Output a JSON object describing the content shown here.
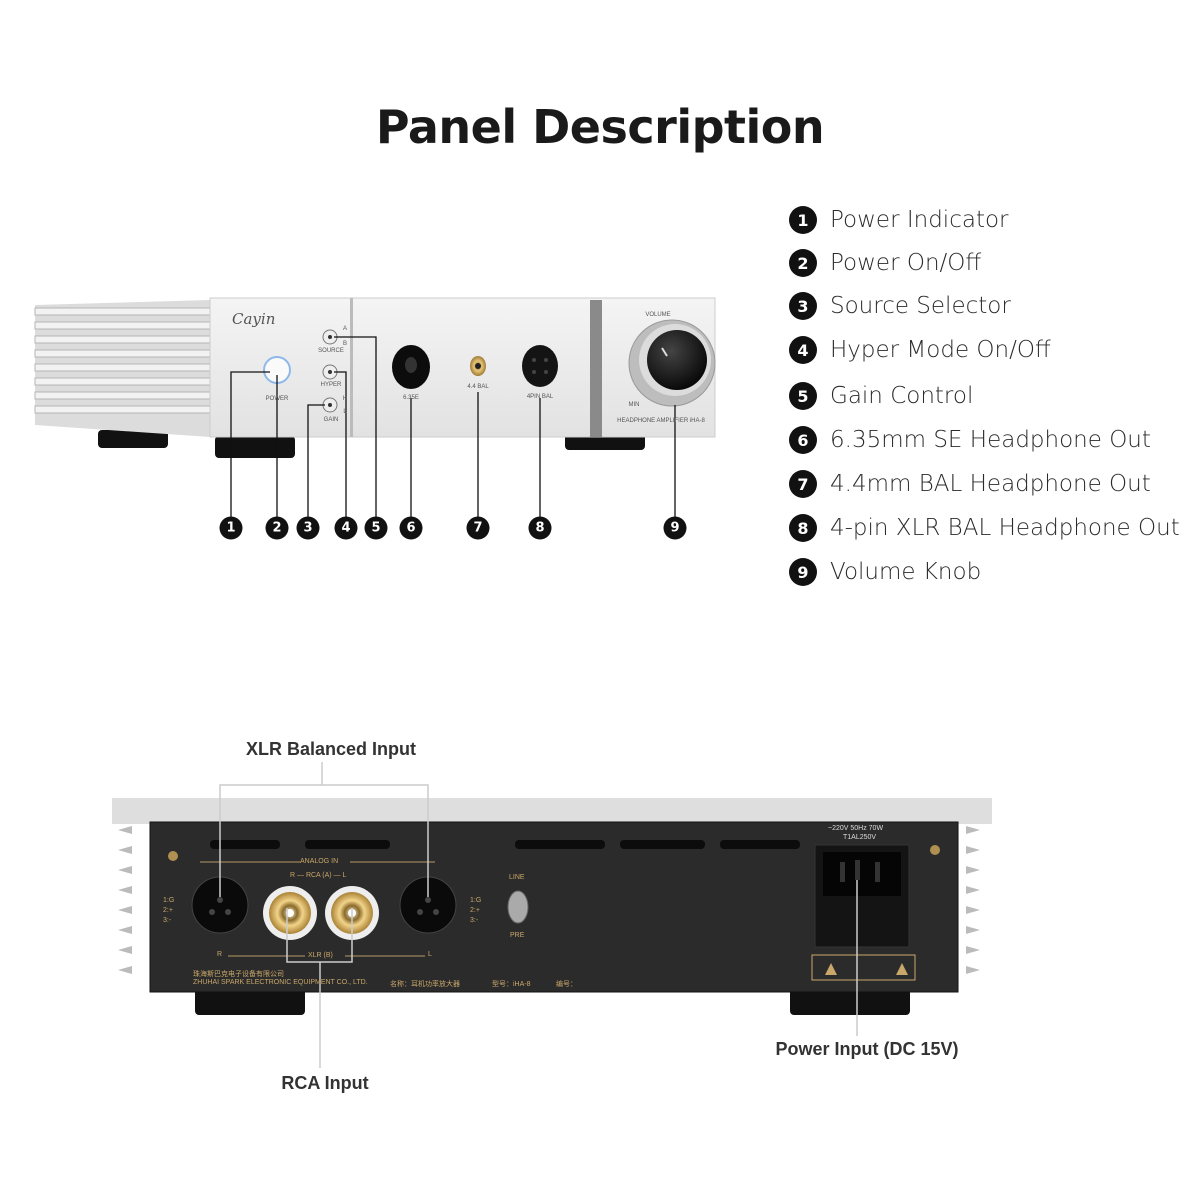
{
  "title": "Panel Description",
  "legend": [
    {
      "n": "1",
      "label": "Power Indicator"
    },
    {
      "n": "2",
      "label": "Power On/Off"
    },
    {
      "n": "3",
      "label": "Source Selector"
    },
    {
      "n": "4",
      "label": "Hyper Mode On/Off"
    },
    {
      "n": "5",
      "label": "Gain Control"
    },
    {
      "n": "6",
      "label": "6.35mm SE Headphone Out"
    },
    {
      "n": "7",
      "label": "4.4mm BAL Headphone Out"
    },
    {
      "n": "8",
      "label": "4-pin XLR BAL Headphone Out"
    },
    {
      "n": "9",
      "label": "Volume Knob"
    }
  ],
  "front_panel": {
    "brand": "Cayin",
    "power": "POWER",
    "source": "SOURCE",
    "hyper": "HYPER",
    "gain": "GAIN",
    "se": "6.35E",
    "bal44": "4.4 BAL",
    "xlr4": "4PIN BAL",
    "volume": "VOLUME",
    "min": "MIN",
    "model": "HEADPHONE AMPLIFIER iHA-8",
    "source_a": "A",
    "source_b": "B",
    "gain_h": "H",
    "gain_l": "L"
  },
  "rear_panel": {
    "analog_in": "ANALOG IN",
    "rca": "R — RCA (A) — L",
    "xlr": "XLR (B)",
    "r": "R",
    "l": "L",
    "pins": "1:G 2:+ 3:-",
    "line": "LINE",
    "pre": "PRE",
    "power_spec": "~220V 50Hz 70W",
    "fuse": "T1AL250V",
    "maker_cn": "珠海斯巴克电子设备有限公司",
    "maker_en": "ZHUHAI SPARK ELECTRONIC EQUIPMENT CO., LTD.",
    "name": "名称：耳机功率放大器",
    "model": "型号：iHA-8",
    "serial": "编号："
  },
  "callouts": {
    "xlr_input": "XLR Balanced Input",
    "rca_input": "RCA Input",
    "power_input": "Power Input (DC 15V)"
  }
}
